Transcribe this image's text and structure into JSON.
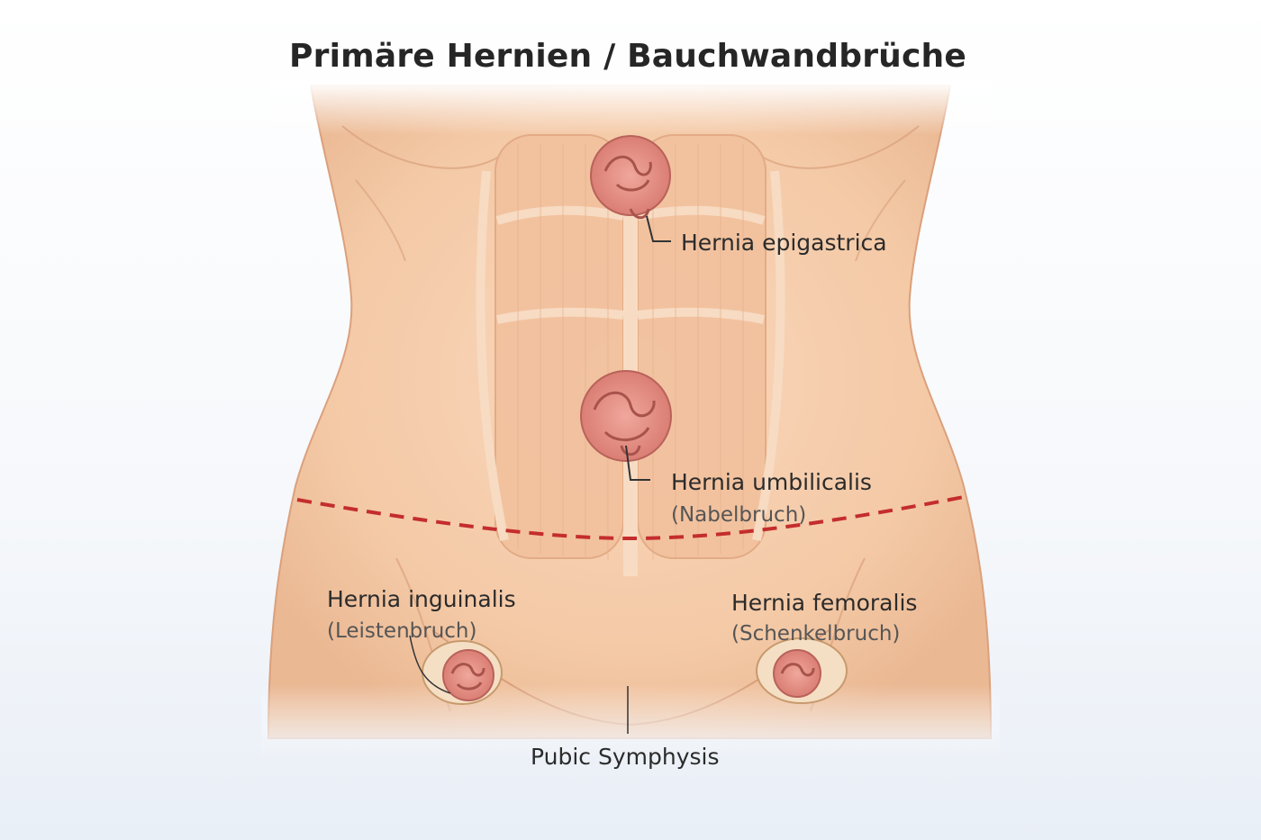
{
  "title": "Primäre Hernien / Bauchwandbrüche",
  "labels": {
    "epigastrica": "Hernia epigastrica",
    "umbilicalis": "Hernia umbilicalis",
    "umbilicalis_sub": "(Nabelbruch)",
    "inguinalis": "Hernia inguinalis",
    "inguinalis_sub": "(Leistenbruch)",
    "femoralis": "Hernia femoralis",
    "femoralis_sub": "(Schenkelbruch)",
    "symphysis": "Pubic Symphysis"
  },
  "colors": {
    "skin": "#f6cfae",
    "skin_shadow": "#e8b48e",
    "outline": "#d9a07a",
    "dashed_line": "#c42d2d",
    "hernia": "#e58d84",
    "text": "#2b2b2b"
  }
}
